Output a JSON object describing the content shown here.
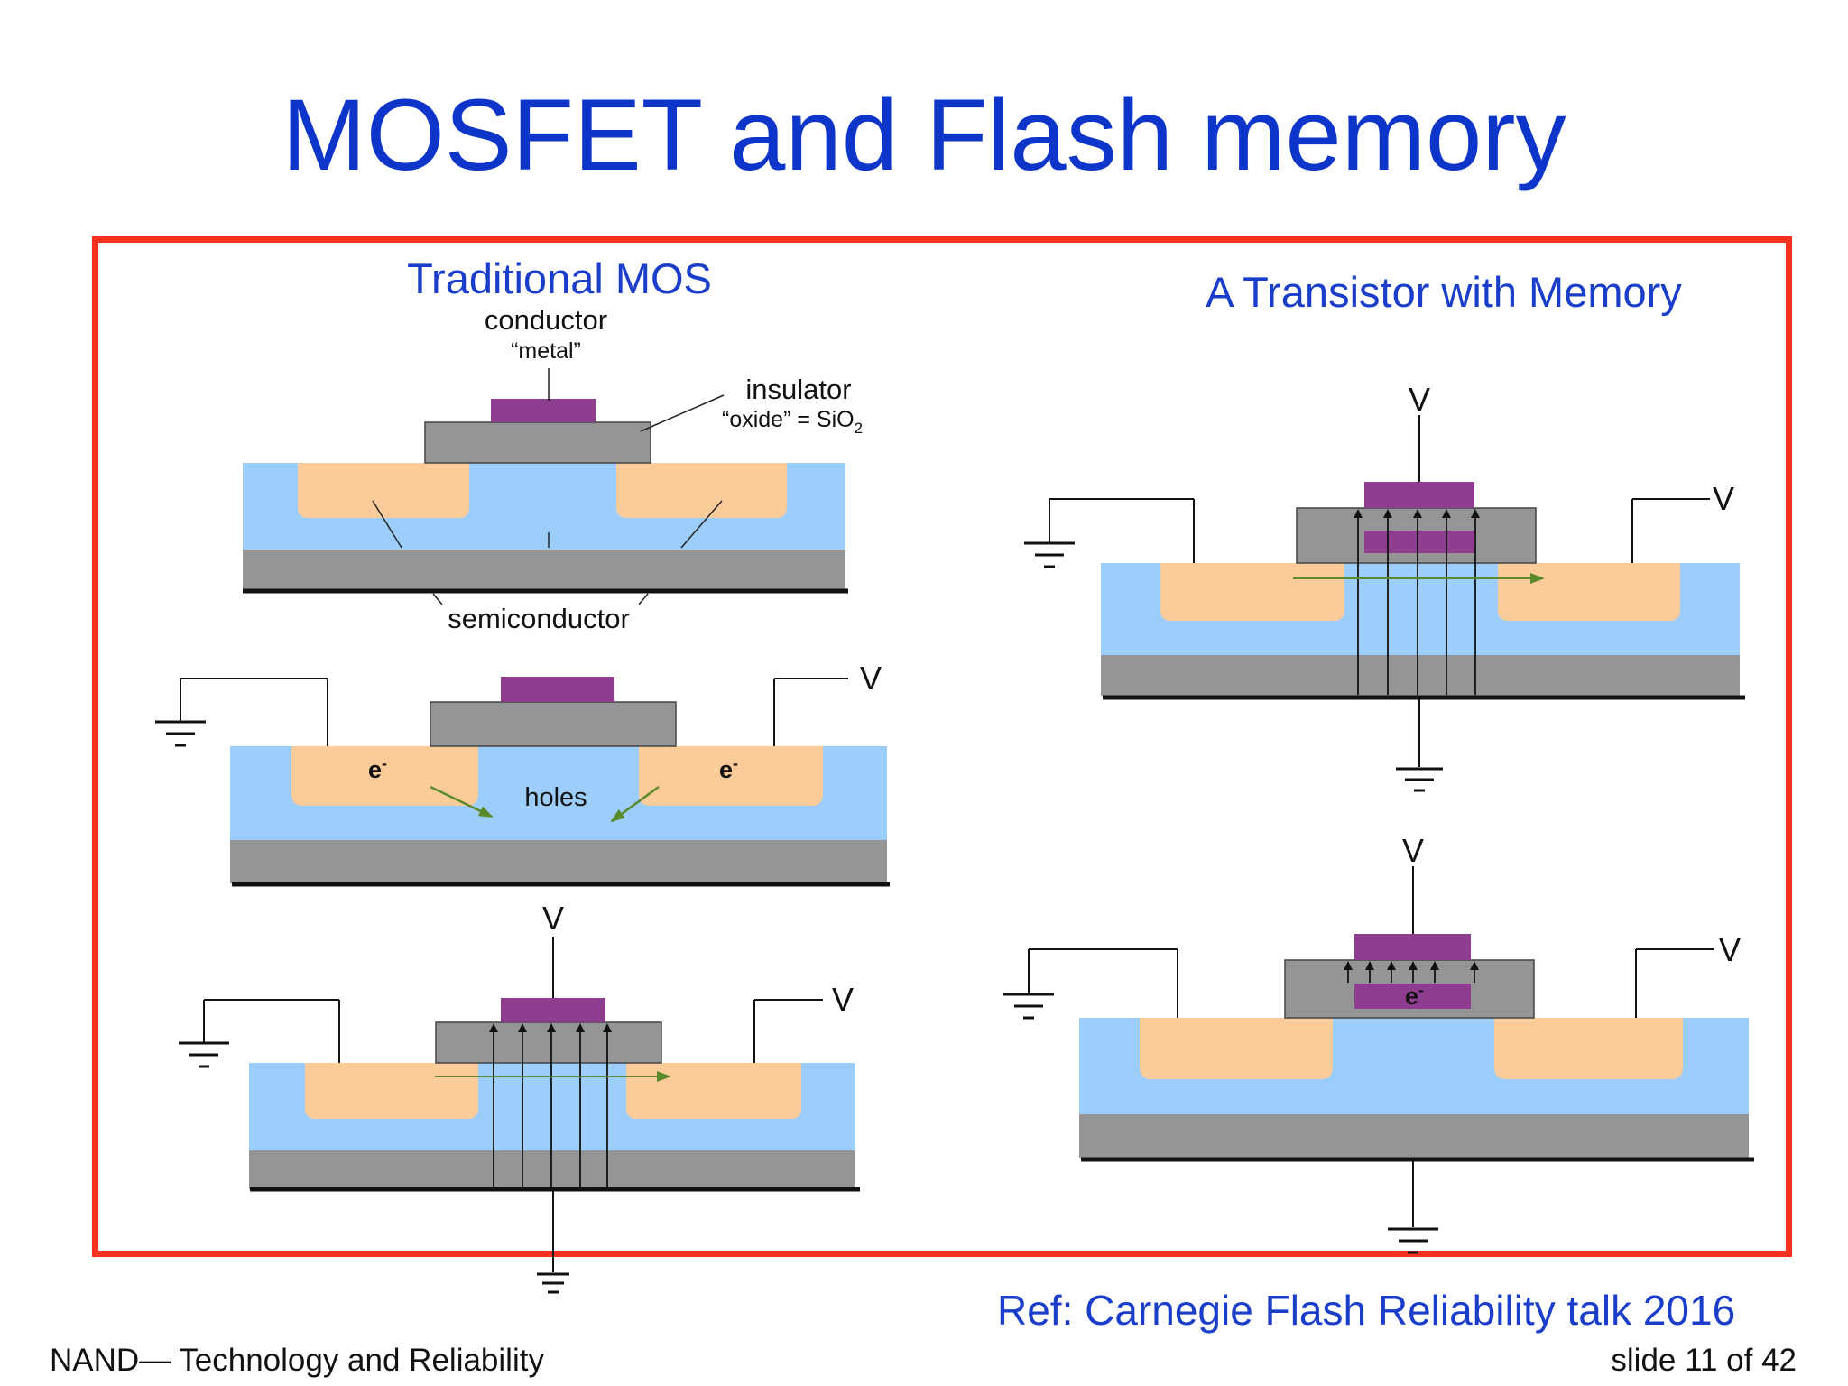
{
  "slide": {
    "title": "MOSFET and Flash memory",
    "reference": "Ref: Carnegie Flash Reliability talk 2016",
    "footer_left": "NAND— Technology and Reliability",
    "footer_right": "slide 11 of 42"
  },
  "diagram": {
    "left_heading": "Traditional MOS",
    "right_heading": "A Transistor with Memory",
    "conductor_label": "conductor",
    "metal_label": "“metal”",
    "insulator_label": "insulator",
    "oxide_label": "“oxide” = SiO",
    "oxide_subscript": "2",
    "semiconductor_label": "semiconductor",
    "holes_label": "holes",
    "electron_label": "e",
    "electron_sup": "-",
    "voltage_label": "V"
  },
  "colors": {
    "title": "#0d35c9",
    "frame": "#f5311d",
    "substrate": "#9ccdfb",
    "well": "#fccb9a",
    "oxide": "#959598",
    "gate": "#8e3e8e",
    "arrow_green": "#5a8a2a"
  }
}
